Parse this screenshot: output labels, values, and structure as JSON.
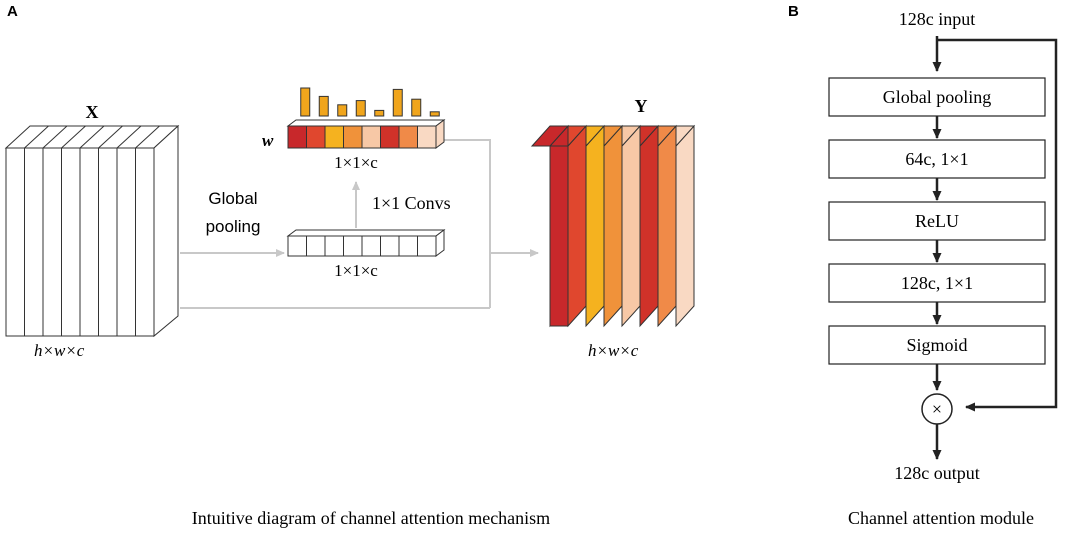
{
  "panel_a": {
    "label": "A",
    "input_tensor_label": "X",
    "input_dims": "h×w×c",
    "global_pooling_line1": "Global",
    "global_pooling_line2": "pooling",
    "pooled_dims": "1×1×c",
    "convs_label": "1×1 Convs",
    "weight_symbol": "w",
    "weight_dims": "1×1×c",
    "output_tensor_label": "Y",
    "output_dims": "h×w×c",
    "caption": "Intuitive diagram of channel attention mechanism",
    "channel_colors": [
      "#c8282b",
      "#e0472e",
      "#f5b21f",
      "#f0923a",
      "#f7c8a6",
      "#d03229",
      "#f08a48",
      "#f9d9c3"
    ],
    "bar_color": "#f0a51c",
    "bar_heights": [
      1.0,
      0.7,
      0.4,
      0.55,
      0.2,
      0.95,
      0.6,
      0.15
    ]
  },
  "panel_b": {
    "label": "B",
    "input_label": "128c input",
    "output_label": "128c output",
    "blocks": [
      "Global pooling",
      "64c, 1×1",
      "ReLU",
      "128c, 1×1",
      "Sigmoid"
    ],
    "multiply_symbol": "×",
    "caption": "Channel attention module"
  }
}
